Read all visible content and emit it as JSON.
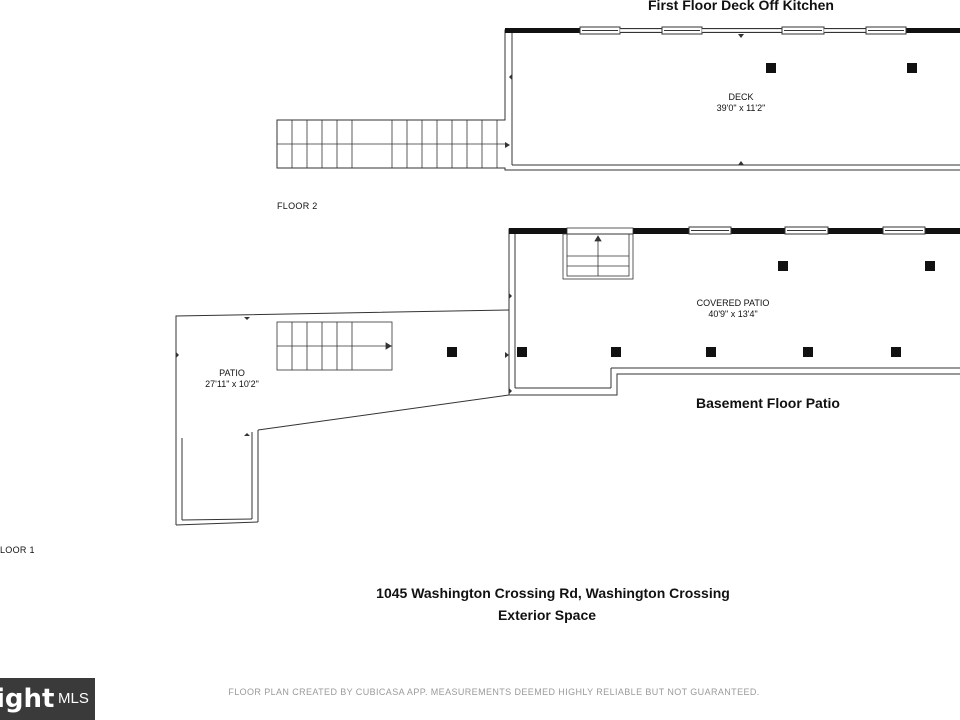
{
  "titles": {
    "deck_plan": "First Floor Deck Off Kitchen",
    "patio_plan": "Basement Floor Patio"
  },
  "floor_labels": {
    "upper": "FLOOR 2",
    "lower": "LOOR 1"
  },
  "rooms": {
    "deck": {
      "name": "DECK",
      "size": "39'0\" x 11'2\""
    },
    "covered_patio": {
      "name": "COVERED PATIO",
      "size": "40'9\" x 13'4\""
    },
    "patio": {
      "name": "PATIO",
      "size": "27'11\" x 10'2\""
    }
  },
  "address": {
    "line1": "1045 Washington Crossing Rd, Washington Crossing",
    "line2": "Exterior Space"
  },
  "disclaimer": "FLOOR PLAN CREATED BY CUBICASA APP. MEASUREMENTS DEEMED HIGHLY RELIABLE BUT NOT GUARANTEED.",
  "watermark": {
    "text": "ight",
    "mls": "MLS"
  },
  "colors": {
    "wall": "#111111",
    "line": "#333333",
    "text": "#111111",
    "disclaimer": "#9a9a9a",
    "watermark_bg": "#3a3a3a"
  }
}
